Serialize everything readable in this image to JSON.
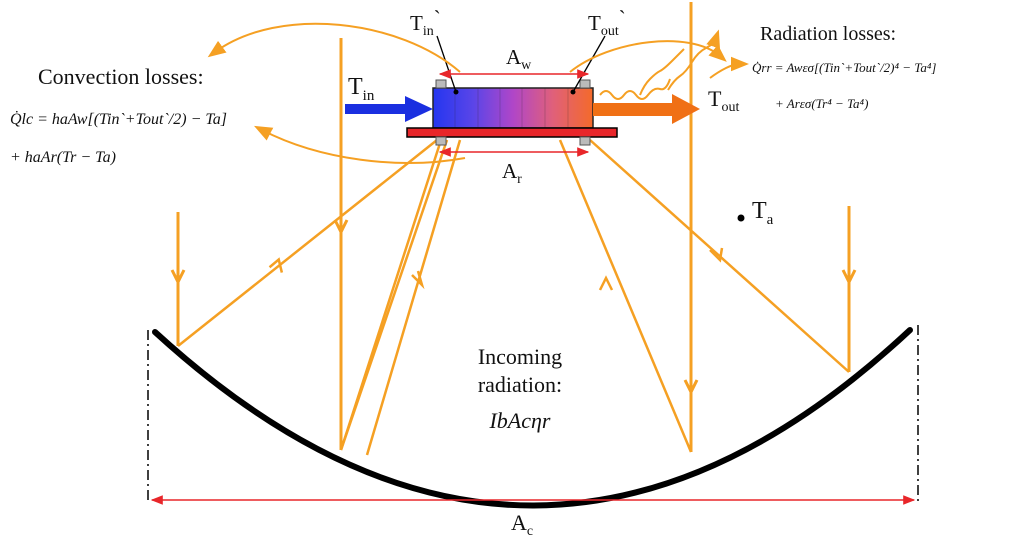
{
  "labels": {
    "tin_prime": "T",
    "tin_prime_sub": "in",
    "tout_prime": "T",
    "tout_prime_sub": "out",
    "prime_mark": "`",
    "tin": "T",
    "tin_sub": "in",
    "tout": "T",
    "tout_sub": "out",
    "aw": "A",
    "aw_sub": "w",
    "ar": "A",
    "ar_sub": "r",
    "ac": "A",
    "ac_sub": "c",
    "ta": "T",
    "ta_sub": "a"
  },
  "convection": {
    "title": "Convection losses:",
    "eq_line1": "Q̇lc = haAw[(Tin`+Tout`/2) − Ta]",
    "eq_line2": "+ haAr(Tr − Ta)"
  },
  "radiation": {
    "title": "Radiation losses:",
    "eq_line1": "Q̇rr = Awεσ[(Tin`+Tout`/2)⁴ − Ta⁴]",
    "eq_line2": "+ Arεσ(Tr⁴ − Ta⁴)"
  },
  "incoming": {
    "line1": "Incoming",
    "line2": "radiation:",
    "eq": "IbAcηr"
  },
  "colors": {
    "ray": "#f5a023",
    "ray_dark": "#e8891a",
    "dimension": "#e8262a",
    "collector": "#000000",
    "absorber_plate": "#e8262a",
    "inlet_arrow": "#1a2fe0",
    "outlet_arrow": "#f07015"
  },
  "icons": {
    "tin_arrow": "right-arrow-icon",
    "tout_arrow": "right-arrow-icon",
    "radiation_wave": "wavy-arrow-icon",
    "ta_point": "dot-icon"
  }
}
